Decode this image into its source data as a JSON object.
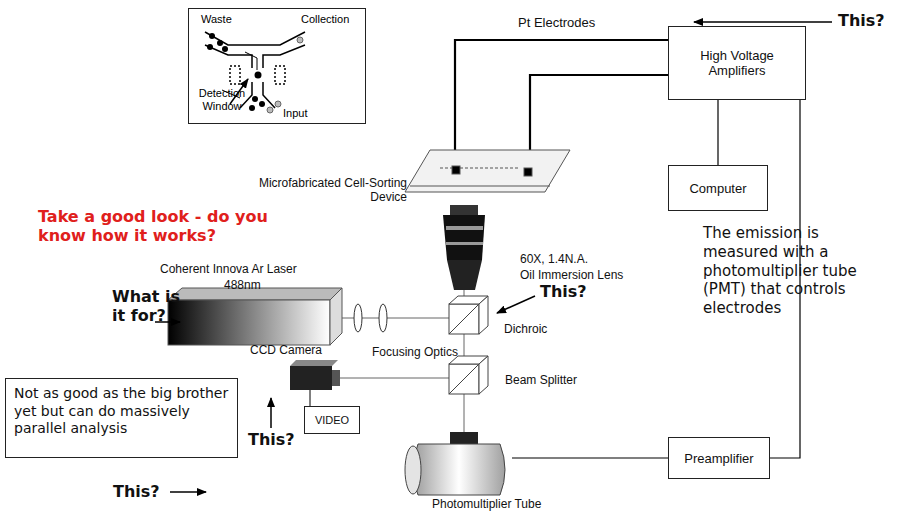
{
  "diagram": {
    "nodes": [
      {
        "text": [
          "Waste",
          "Collection",
          "Detection Window",
          "Input"
        ]
      },
      {
        "text": [
          "High Voltage Amplifiers"
        ]
      },
      {
        "text": [
          "Computer"
        ]
      },
      {
        "text": [
          "Preamplifier"
        ]
      },
      {
        "text": [
          "VIDEO"
        ]
      },
      {
        "text": [
          "Not as good as the big brother yet but can do massively parallel analysis"
        ]
      }
    ],
    "edges": [
      {
        "from": 1,
        "to": 2,
        "arrow": "none"
      },
      {
        "from": 1,
        "to": 3,
        "arrow": "none"
      }
    ],
    "labels": [
      "Pt Electrodes",
      "This?",
      "Take a good look - do you know how it works?",
      "Microfabricated Cell-Sorting Device",
      "60X, 1.4N.A.",
      "Oil Immersion Lens",
      "Coherent Innova Ar Laser",
      "488nm",
      "What is it for?",
      "Dichroic",
      "This?",
      "Focusing Optics",
      "Beam Splitter",
      "CCD Camera",
      "This?",
      "This?",
      "Photomultiplier Tube",
      "The emission is measured with a photomultiplier tube (PMT) that controls electrodes"
    ]
  }
}
